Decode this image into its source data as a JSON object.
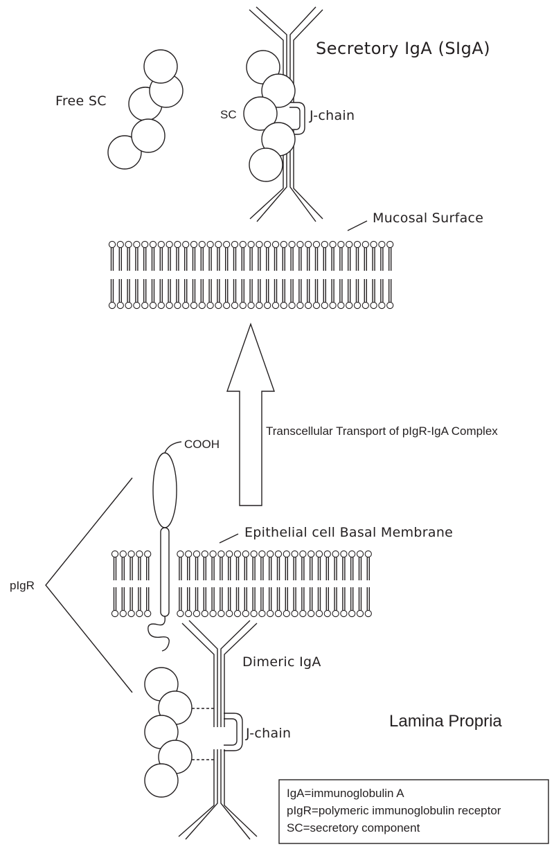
{
  "labels": {
    "title": "Secretory IgA (SIgA)",
    "free_sc": "Free SC",
    "sc": "SC",
    "j_chain_top": "J-chain",
    "mucosal_surface": "Mucosal Surface",
    "transport": "Transcellular Transport of pIgR-IgA Complex",
    "cooh": "COOH",
    "basal_membrane": "Epithelial cell Basal Membrane",
    "pigr": "pIgR",
    "dimeric_iga": "Dimeric IgA",
    "j_chain_bottom": "J-chain",
    "lamina_propria": "Lamina Propria"
  },
  "legend": {
    "lines": [
      "IgA=immunoglobulin A",
      "pIgR=polymeric immunoglobulin receptor",
      "SC=secretory component"
    ]
  }
}
